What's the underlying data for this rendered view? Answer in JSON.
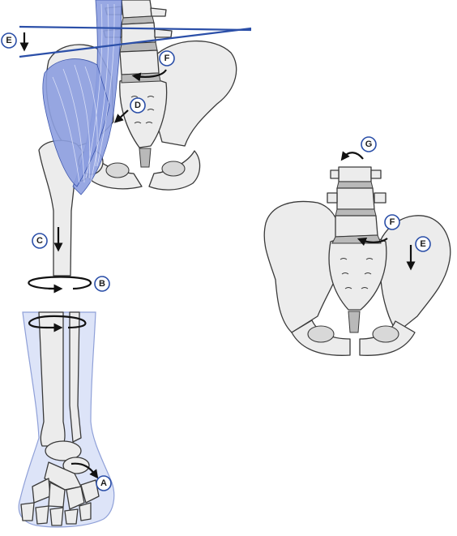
{
  "labels": {
    "a": "A",
    "b": "B",
    "c": "C",
    "d": "D",
    "e_top": "E",
    "e_right": "E",
    "f_left": "F",
    "f_right": "F",
    "g": "G"
  },
  "colors": {
    "muscle": "#8d9fe0",
    "label_ring": "#2b4fa8",
    "bone": "#ececec",
    "skin": "#dde4f8"
  }
}
